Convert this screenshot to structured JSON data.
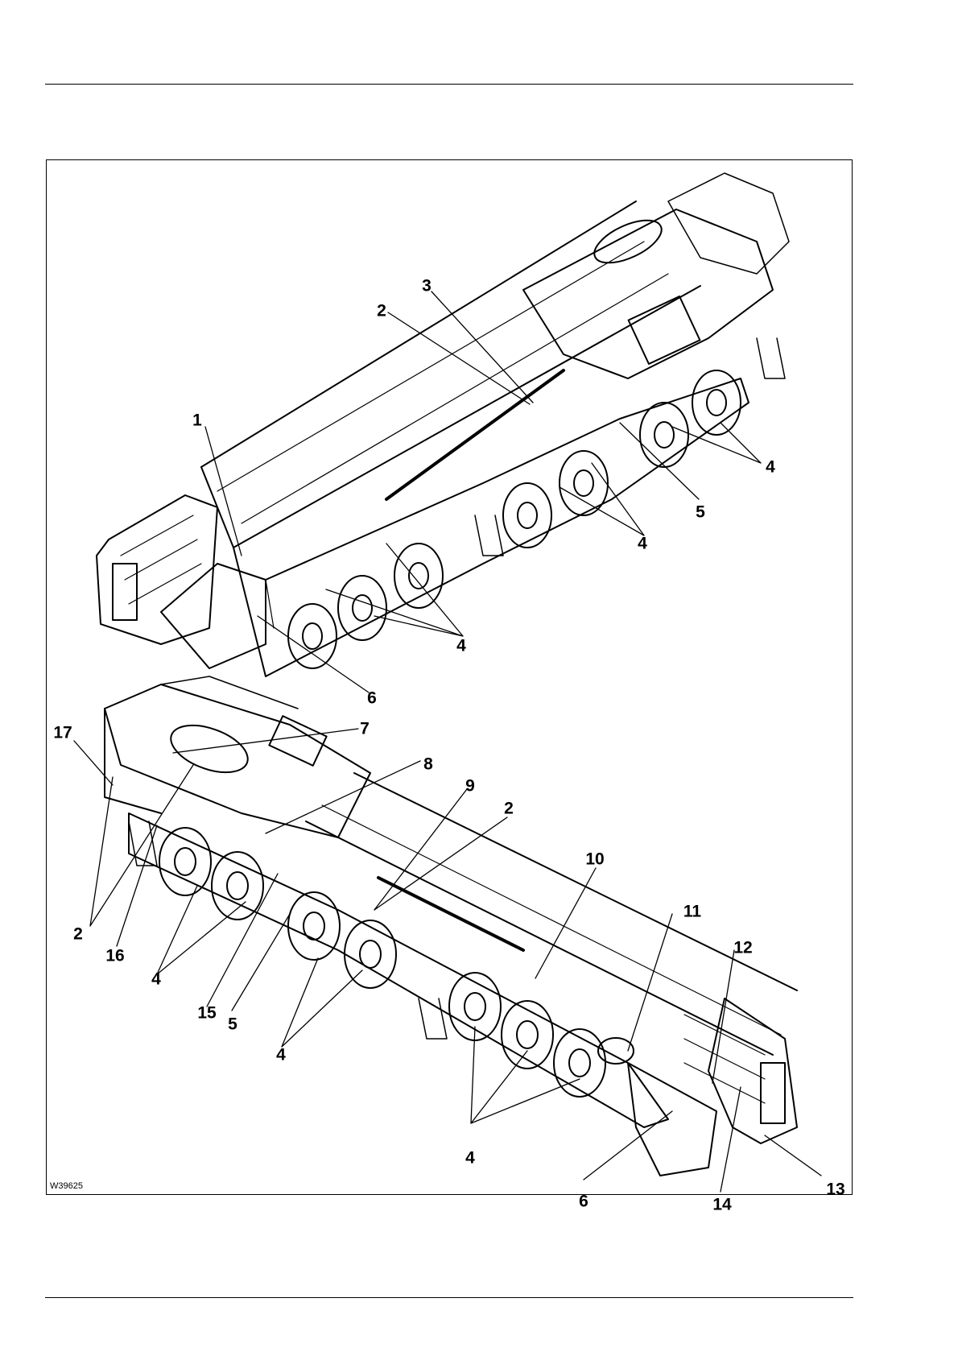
{
  "figure": {
    "code": "W39625",
    "upper_view": {
      "callouts": [
        "1",
        "2",
        "3",
        "4",
        "4",
        "4",
        "5",
        "6"
      ]
    },
    "lower_view": {
      "callouts": [
        "17",
        "7",
        "8",
        "9",
        "2",
        "10",
        "11",
        "12",
        "2",
        "16",
        "4",
        "15",
        "5",
        "4",
        "4",
        "6",
        "14",
        "13"
      ]
    }
  }
}
